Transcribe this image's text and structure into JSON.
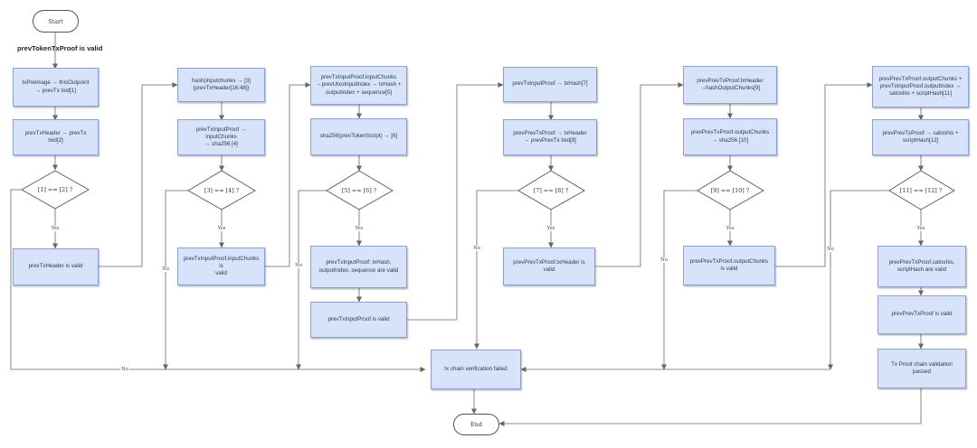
{
  "diagram": {
    "title": "prevTokenTxProof is valid",
    "start": "Start",
    "end": "End",
    "yes": "Yes",
    "no": "No",
    "col1": {
      "step1": "txPreimage → thisOutpoint\n→ prevTx txid[1]",
      "step2": "prevTxHeader → prevTx\ntxid[2]",
      "check": "[1] == [2] ?",
      "valid": "prevTxHeader is valid"
    },
    "col2": {
      "step1": "hash(inputchunks → [3]\n(prevTxHeader[16:48])",
      "step2": "prevTxInputProof → inputChunks\n→ sha256 [4]",
      "check": "[3] == [4] ?",
      "valid": "prevTxInputProof.inputChunks is\nvalid"
    },
    "col3": {
      "step1": "prevTxInputProof.inputChunks\n→prevUtxoInputIndex → txHash +\noutputIndex + sequence[5]",
      "step2": "sha256(prevTokenScript) → [6]",
      "check": "[5] == [6] ?",
      "valid": "prevTxInputProof: txHash,\noutputIndex, sequence are valid",
      "valid2": "prevTxInputProof is valid"
    },
    "col4": {
      "step1": "prevTxInputProof → txHash[7]",
      "step2": "prevPrevTxProof → txHeader\n→ prevPrevTx txid[8]",
      "check": "[7] == [8] ?",
      "valid": "prevPrevTxProof.txHeader is\nvalid"
    },
    "col5": {
      "step1": "prevPrevTxProof.txHeader\n→hashOutputChunks[9]",
      "step2": "prevPrevTxProof.outputChunks\n→ sha256 [10]",
      "check": "[9] == [10] ?",
      "valid": "prevPrevTxProof.outputChunks\nis valid"
    },
    "col6": {
      "step1": "prevPrevTxProof.outputChunks +\nprevTxInputProof.outputIndex →\nsatoshis + scriptHash[11]",
      "step2": "prevPrevTxProof → satoshis +\nscriptHash[12]",
      "check": "[11] == [12] ?",
      "valid": "prevPrevTxProof.satoshis,\nscriptHash are valid",
      "valid2": "prevPrevTxProof is valid",
      "passed": "Tx Proof chain validation passed"
    },
    "failed": "tx chain verification failed"
  }
}
